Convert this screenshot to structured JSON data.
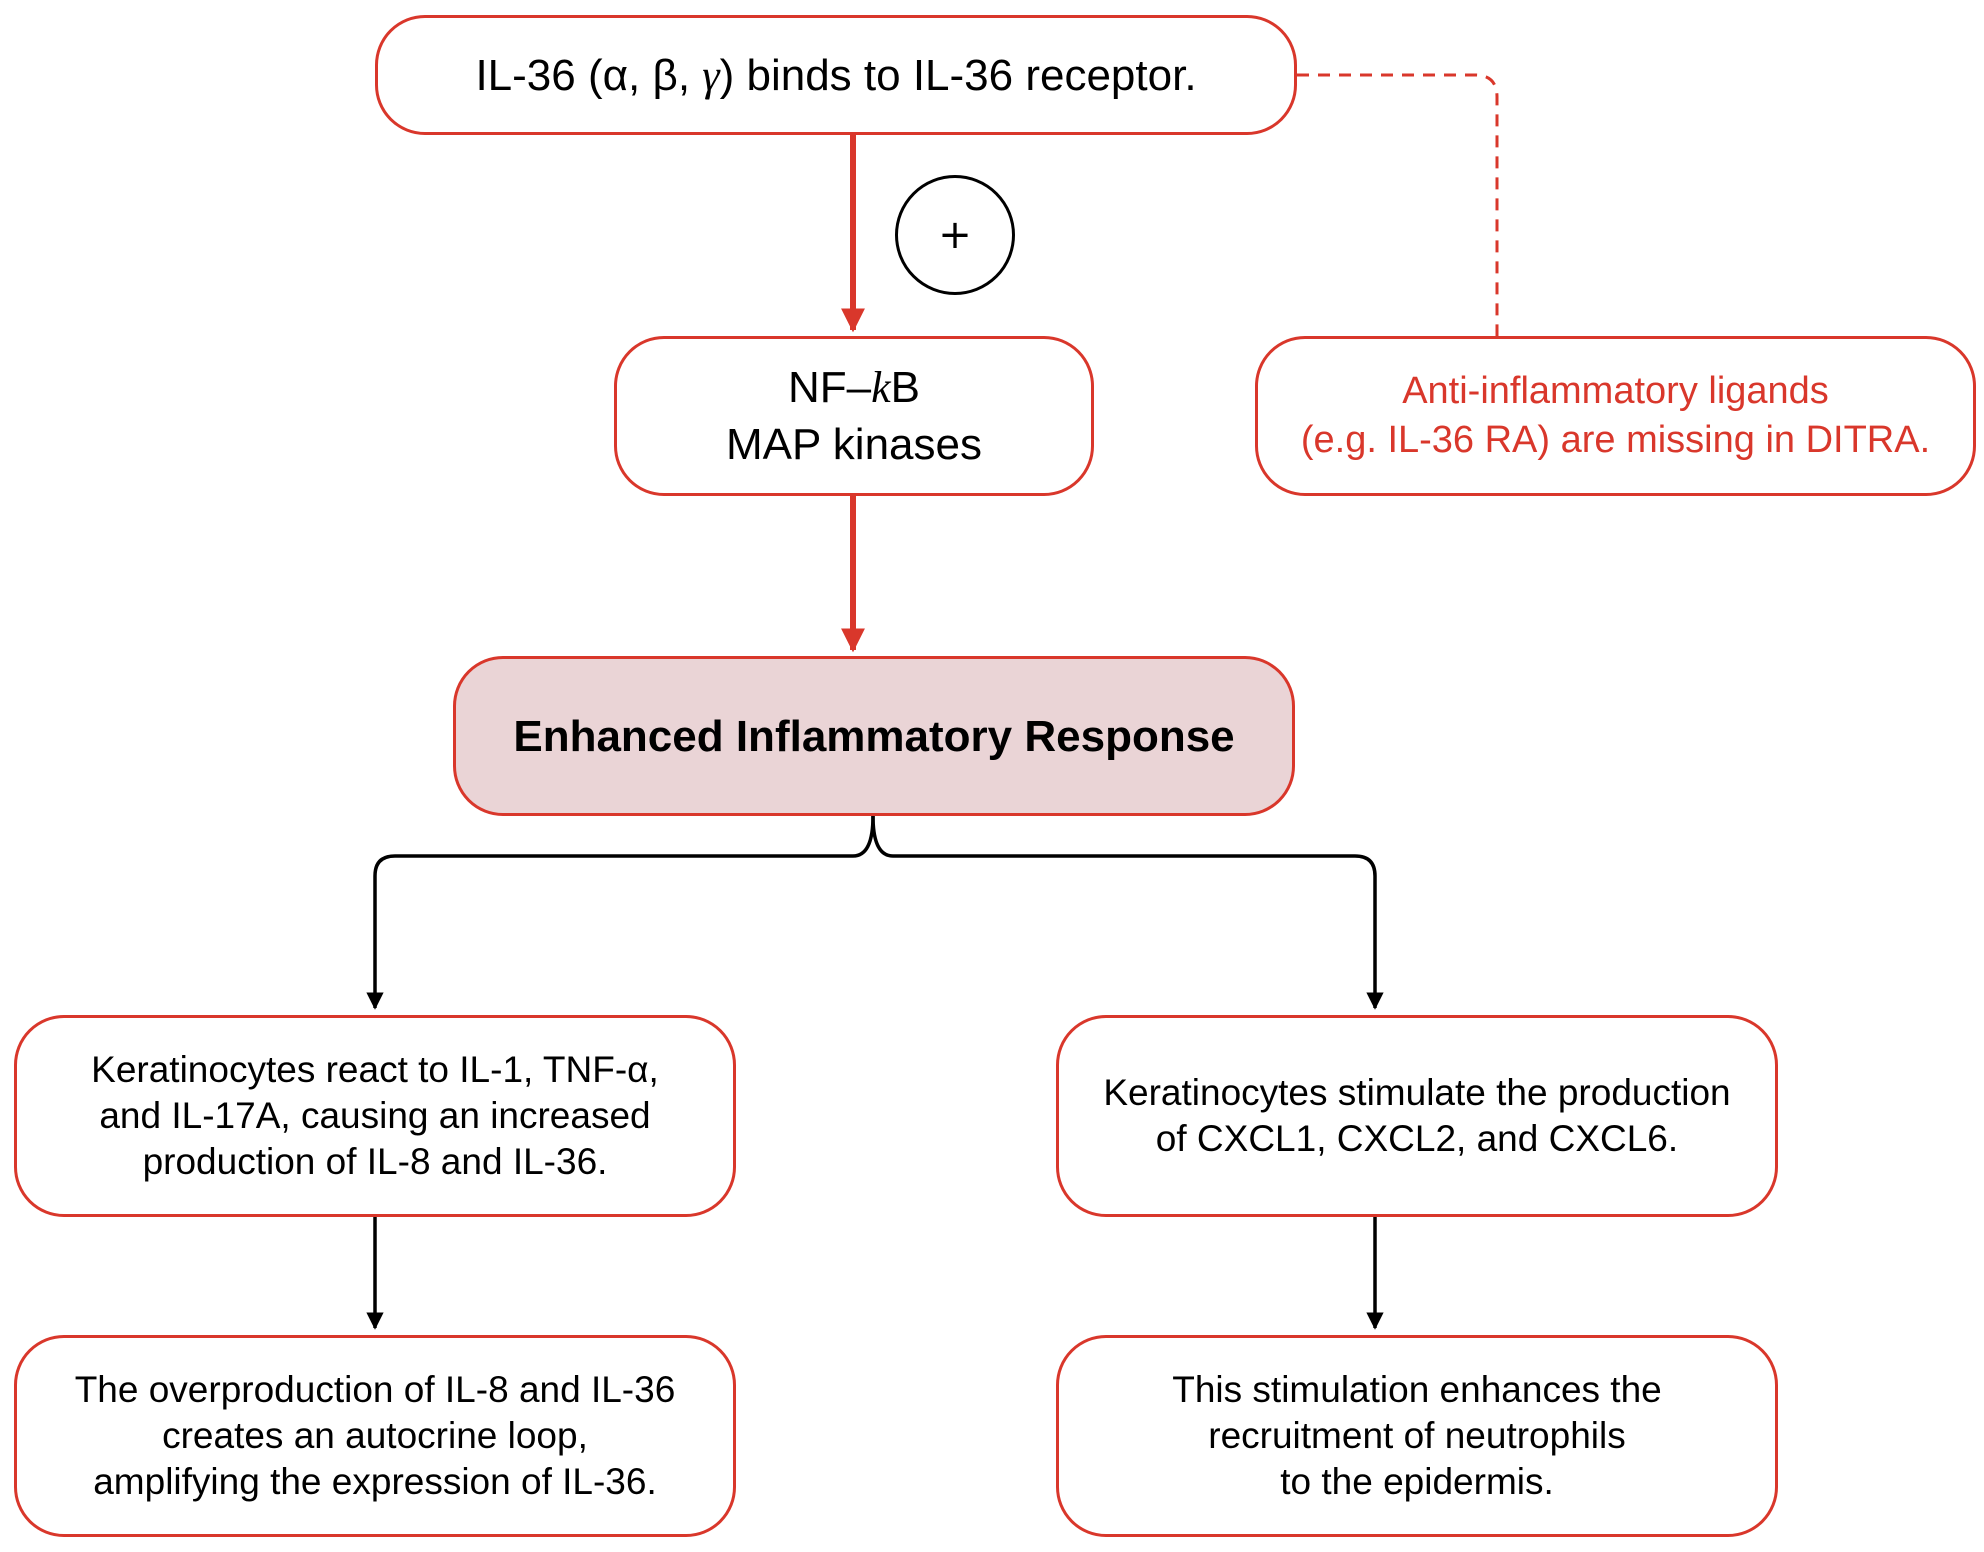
{
  "colors": {
    "accent_red": "#d9372b",
    "highlight_fill": "#ead4d6",
    "text": "#000000",
    "arrow_black": "#000000"
  },
  "nodes": {
    "top": {
      "prefix": "IL-36 (α, β, ",
      "gamma": "γ",
      "suffix": ") binds to IL-36 receptor."
    },
    "nfkb": {
      "line1_prefix": "NF–",
      "line1_kappa": "k",
      "line1_suffix": "B",
      "line2": "MAP kinases"
    },
    "anti": {
      "line1": "Anti-inflammatory ligands",
      "line2": "(e.g. IL-36 RA) are missing in DITRA."
    },
    "response": {
      "label": "Enhanced Inflammatory Response"
    },
    "left1": {
      "lines": [
        "Keratinocytes react to IL-1, TNF-α,",
        "and IL-17A, causing an increased",
        "production of IL-8 and IL-36."
      ]
    },
    "right1": {
      "lines": [
        "Keratinocytes stimulate the production",
        "of CXCL1, CXCL2, and CXCL6."
      ]
    },
    "left2": {
      "lines": [
        "The overproduction of IL-8 and IL-36",
        "creates an autocrine loop,",
        "amplifying the expression of IL-36."
      ]
    },
    "right2": {
      "lines": [
        "This stimulation enhances the",
        "recruitment of neutrophils",
        "to the epidermis."
      ]
    }
  },
  "plus_sign": "+"
}
